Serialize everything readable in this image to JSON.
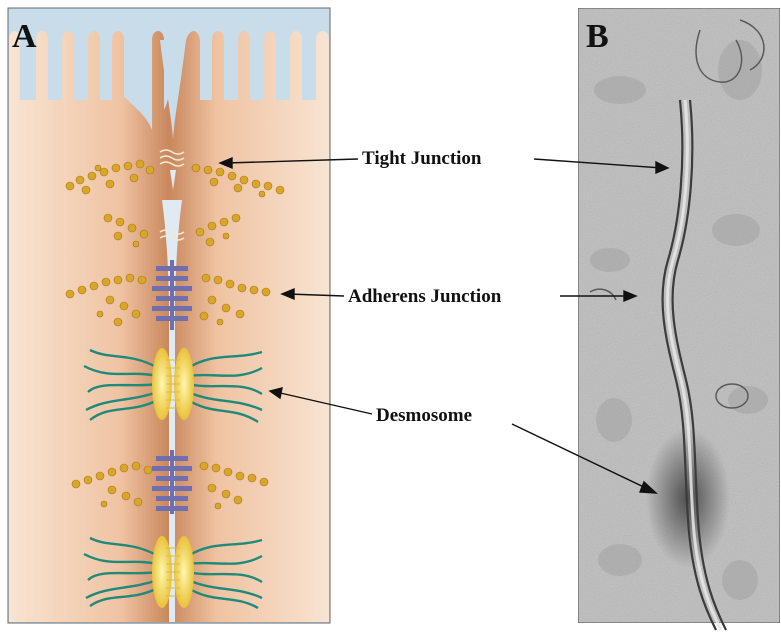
{
  "panels": {
    "a": {
      "letter": "A"
    },
    "b": {
      "letter": "B"
    }
  },
  "labels": {
    "tight_junction": "Tight Junction",
    "adherens_junction": "Adherens Junction",
    "desmosome": "Desmosome"
  },
  "colors": {
    "cell_light": "#f6dcc8",
    "cell_dark": "#c98a5e",
    "lumen": "#c9dcea",
    "actin": "#d9a62a",
    "cadherin": "#6f6fb0",
    "keratin": "#1f8a7a",
    "plaque": "#f5dc5a",
    "micrograph_bg": "#c4c4c4"
  }
}
